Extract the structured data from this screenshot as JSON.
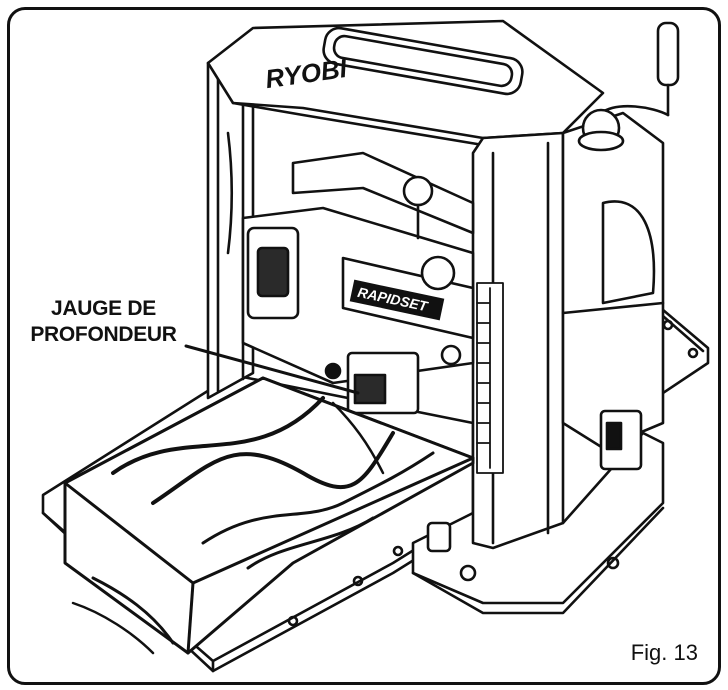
{
  "figure": {
    "brand_logo": "RYOBI",
    "feature_logo": "RAPIDSET",
    "callout_line1": "JAUGE DE",
    "callout_line2": "PROFONDEUR",
    "fig_label": "Fig. 13",
    "colors": {
      "ink": "#111111",
      "paper": "#ffffff",
      "shade": "#2a2a2a"
    }
  }
}
